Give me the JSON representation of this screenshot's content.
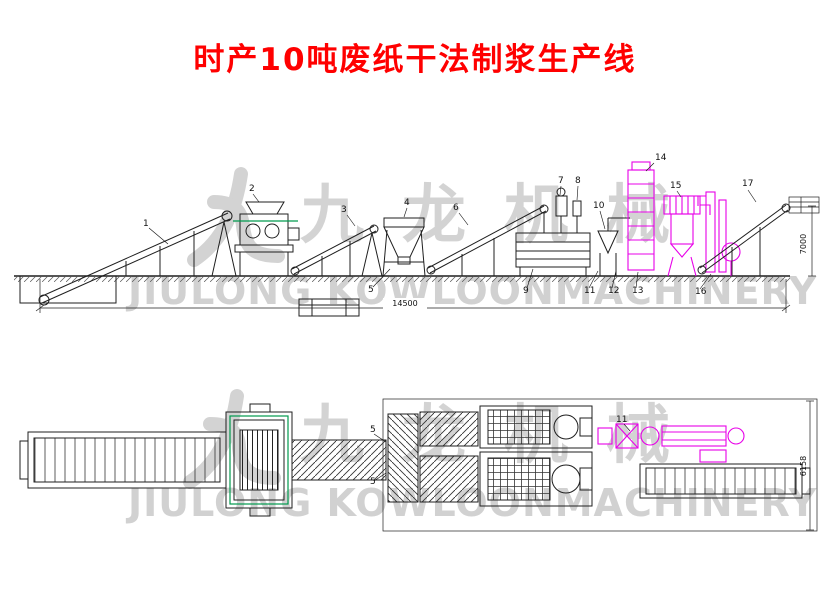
{
  "title": "时产10吨废纸干法制浆生产线",
  "watermark": {
    "cn": "九龙机械",
    "en": "JIULONG KOWLOONMACHINERY"
  },
  "elevation": {
    "equipment_labels": [
      "1",
      "2",
      "3",
      "4",
      "5",
      "6",
      "7",
      "8",
      "9",
      "10",
      "11",
      "12",
      "13",
      "14",
      "15",
      "16",
      "17"
    ],
    "dims": {
      "length": "14500",
      "height": "7000"
    }
  },
  "plan": {
    "labels": [
      "5",
      "5",
      "11"
    ],
    "dims": {
      "width": "6158"
    }
  },
  "colors": {
    "title": "#ff0000",
    "line": "#1f1f1f",
    "magenta": "#e800e8",
    "green": "#009a4e",
    "watermark": "#c9c9c9"
  }
}
